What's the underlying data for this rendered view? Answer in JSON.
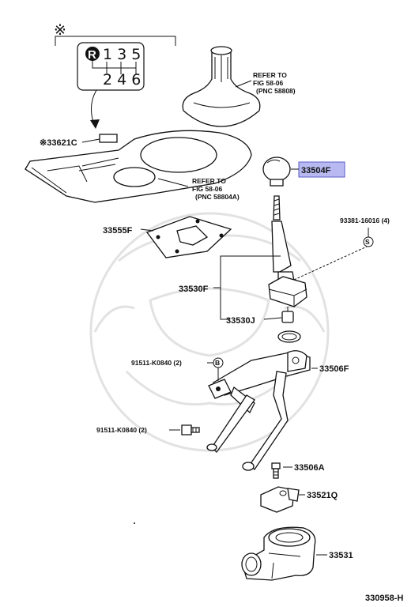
{
  "diagram": {
    "footer_code": "330958-H",
    "shift_pattern": {
      "asterisk": "※",
      "reverse": "R",
      "top_gears": "1 3 5",
      "bottom_gears": "2 4 6"
    },
    "refer_boot": {
      "line1": "REFER TO",
      "line2": "FIG 58-06",
      "line3": "(PNC 58808)"
    },
    "refer_console": {
      "line1": "REFER TO",
      "line2": "FIG 58-06",
      "line3": "(PNC 58804A)"
    },
    "parts": {
      "p33621C": "※33621C",
      "p33504F": "33504F",
      "p93381": "93381-16016 (4)",
      "p33555F": "33555F",
      "p33530F": "33530F",
      "p33530J": "33530J",
      "p91511_a": "91511-K0840 (2)",
      "p33506F": "33506F",
      "p91511_b": "91511-K0840 (2)",
      "p33506A": "33506A",
      "p33521Q": "33521Q",
      "p33531": "33531"
    },
    "callouts": {
      "S": "S",
      "B": "B"
    },
    "highlight_color": "#b7b9f0"
  }
}
